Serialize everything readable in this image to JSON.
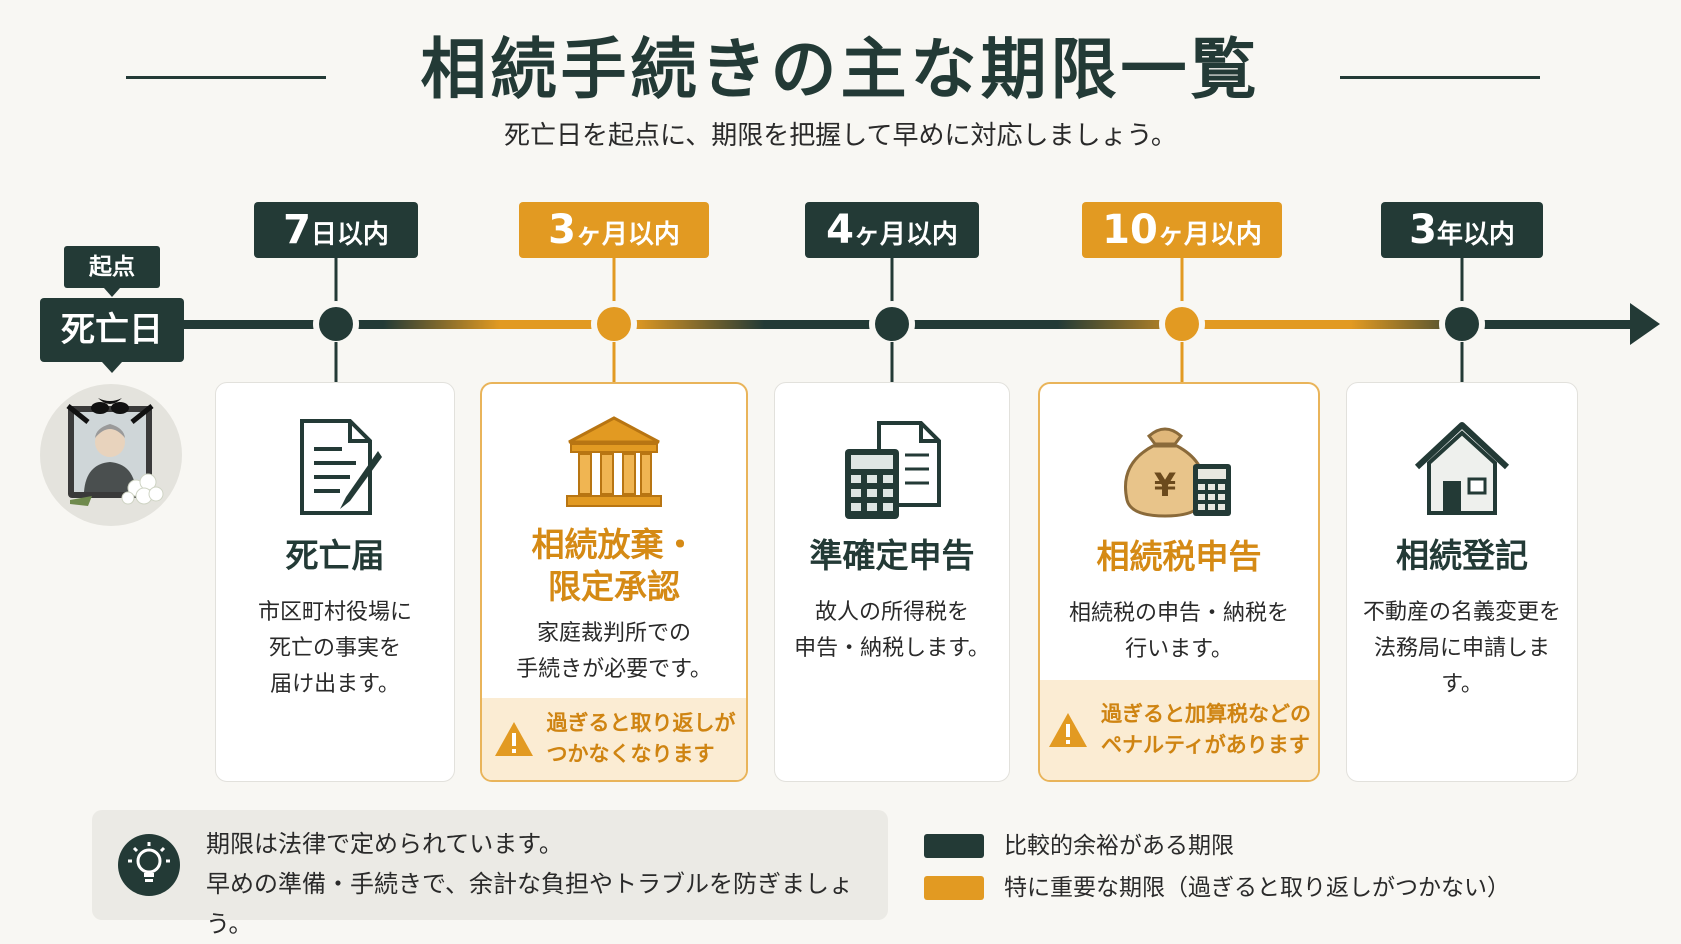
{
  "title": "相続手続きの主な期限一覧",
  "subtitle": "死亡日を起点に、期限を把握して早めに対応しましょう。",
  "start": {
    "tag": "起点",
    "label": "死亡日"
  },
  "milestones": [
    {
      "num": "7",
      "unit": "日以内",
      "color": "dark",
      "title": "死亡届",
      "desc": "市区町村役場に\n死亡の事実を\n届け出ます。",
      "icon": "document-pen-icon"
    },
    {
      "num": "3",
      "unit": "ヶ月以内",
      "color": "gold",
      "title": "相続放棄・\n限定承認",
      "desc": "家庭裁判所での\n手続きが必要です。",
      "icon": "courthouse-icon",
      "warning": "過ぎると取り返しが\nつかなくなります"
    },
    {
      "num": "4",
      "unit": "ヶ月以内",
      "color": "dark",
      "title": "準確定申告",
      "desc": "故人の所得税を\n申告・納税します。",
      "icon": "calculator-document-icon"
    },
    {
      "num": "10",
      "unit": "ヶ月以内",
      "color": "gold",
      "title": "相続税申告",
      "desc": "相続税の申告・納税を\n行います。",
      "icon": "yen-bag-icon",
      "warning": "過ぎると加算税などの\nペナルティがあります"
    },
    {
      "num": "3",
      "unit": "年以内",
      "color": "dark",
      "title": "相続登記",
      "desc": "不動産の名義変更を\n法務局に申請します。",
      "icon": "house-icon"
    }
  ],
  "footer": {
    "line1": "期限は法律で定められています。",
    "line2": "早めの準備・手続きで、余計な負担やトラブルを防ぎましょう。"
  },
  "legend": [
    {
      "label": "比較的余裕がある期限",
      "color": "#233a36"
    },
    {
      "label": "特に重要な期限（過ぎると取り返しがつかない）",
      "color": "#e29a22"
    }
  ],
  "colors": {
    "dark": "#233a36",
    "gold": "#e29a22"
  }
}
